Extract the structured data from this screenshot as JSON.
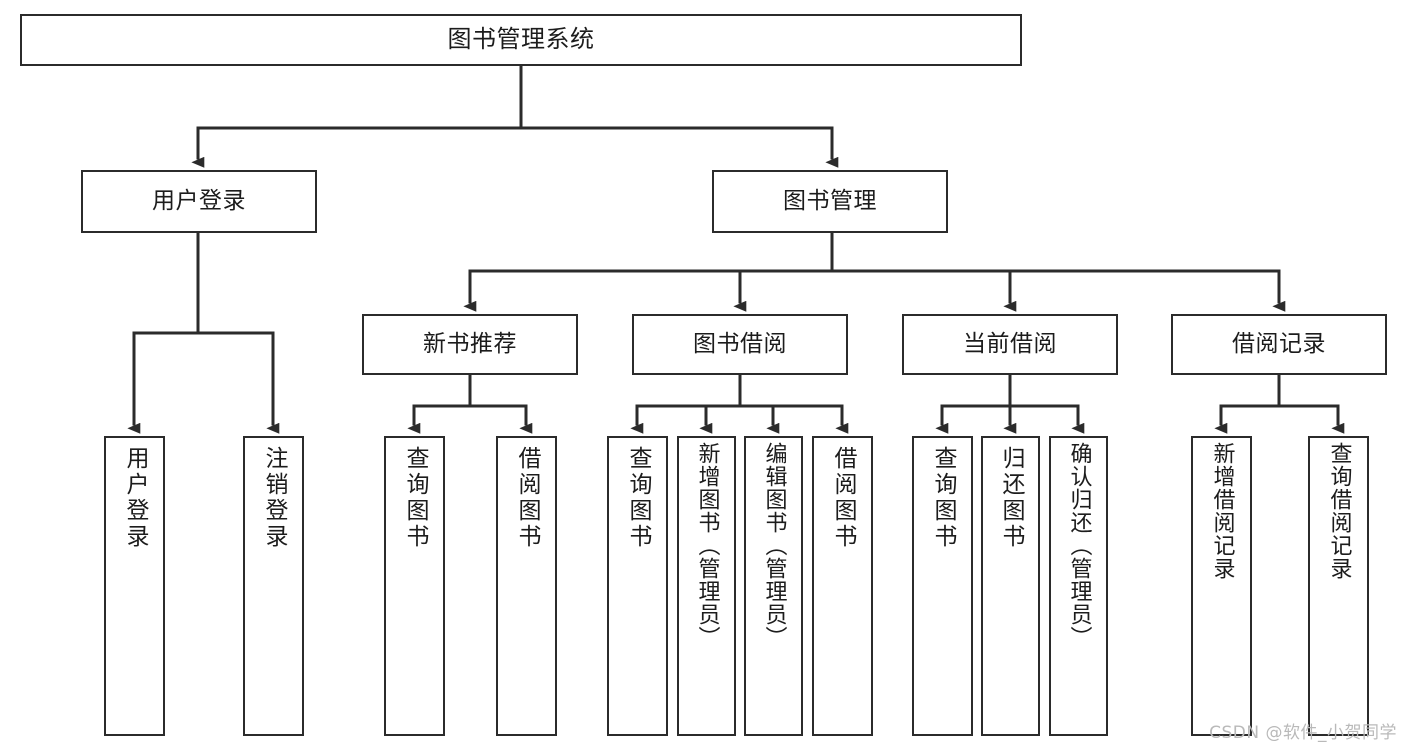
{
  "diagram": {
    "title": "图书管理系统",
    "type": "tree",
    "watermark": "CSDN @软件_小贺同学",
    "colors": {
      "stroke": "#2b2b2b",
      "fill": "#ffffff",
      "text": "#1c1c1c",
      "watermark": "#b9b9b9"
    },
    "levels": {
      "root": {
        "label": "图书管理系统"
      },
      "level2": [
        {
          "id": "user-login",
          "label": "用户登录"
        },
        {
          "id": "book-manage",
          "label": "图书管理"
        }
      ],
      "level3": [
        {
          "id": "new-book-recommend",
          "label": "新书推荐"
        },
        {
          "id": "book-borrow",
          "label": "图书借阅"
        },
        {
          "id": "current-borrow",
          "label": "当前借阅"
        },
        {
          "id": "borrow-record",
          "label": "借阅记录"
        }
      ],
      "leaves": [
        {
          "id": "leaf-user-login",
          "label": "用户登录",
          "parent": "user-login"
        },
        {
          "id": "leaf-logout",
          "label": "注销登录",
          "parent": "user-login"
        },
        {
          "id": "leaf-query-book-1",
          "label": "查询图书",
          "parent": "new-book-recommend"
        },
        {
          "id": "leaf-borrow-book-1",
          "label": "借阅图书",
          "parent": "new-book-recommend"
        },
        {
          "id": "leaf-query-book-2",
          "label": "查询图书",
          "parent": "book-borrow"
        },
        {
          "id": "leaf-add-book",
          "label": "新增图书（管理员）",
          "parent": "book-borrow"
        },
        {
          "id": "leaf-edit-book",
          "label": "编辑图书（管理员）",
          "parent": "book-borrow"
        },
        {
          "id": "leaf-borrow-book-2",
          "label": "借阅图书",
          "parent": "book-borrow"
        },
        {
          "id": "leaf-query-book-3",
          "label": "查询图书",
          "parent": "current-borrow"
        },
        {
          "id": "leaf-return-book",
          "label": "归还图书",
          "parent": "current-borrow"
        },
        {
          "id": "leaf-confirm-return",
          "label": "确认归还（管理员）",
          "parent": "current-borrow"
        },
        {
          "id": "leaf-add-record",
          "label": "新增借阅记录",
          "parent": "borrow-record"
        },
        {
          "id": "leaf-query-record",
          "label": "查询借阅记录",
          "parent": "borrow-record"
        }
      ]
    }
  }
}
